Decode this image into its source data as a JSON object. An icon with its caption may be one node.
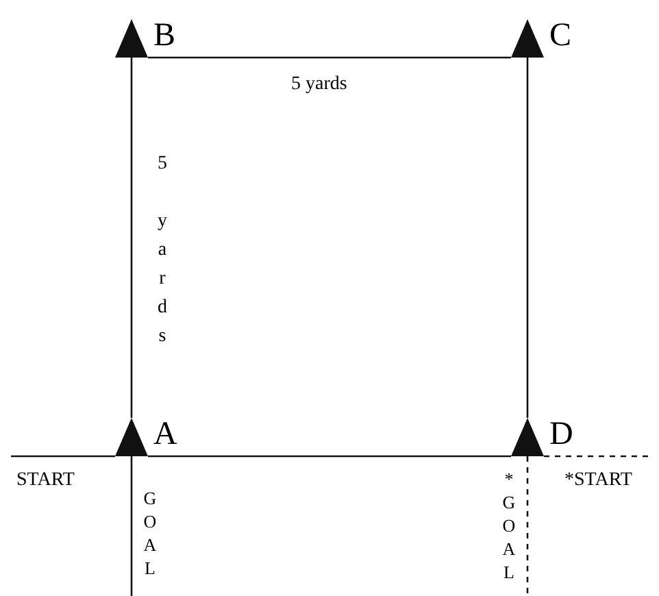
{
  "diagram": {
    "nodes": [
      {
        "text": [
          "B"
        ]
      },
      {
        "text": [
          "C"
        ]
      },
      {
        "text": [
          "A"
        ]
      },
      {
        "text": [
          "D"
        ]
      }
    ],
    "edges": [
      {
        "from": 0,
        "to": 1,
        "arrow": "none",
        "label": "5 yards"
      },
      {
        "from": 2,
        "to": 0,
        "arrow": "none",
        "label": "5 yards"
      },
      {
        "from": 1,
        "to": 3,
        "arrow": "none"
      },
      {
        "from": 2,
        "to": 3,
        "arrow": "none"
      }
    ],
    "labels": [
      "START",
      "*START",
      "GOAL",
      "*GOAL"
    ]
  }
}
